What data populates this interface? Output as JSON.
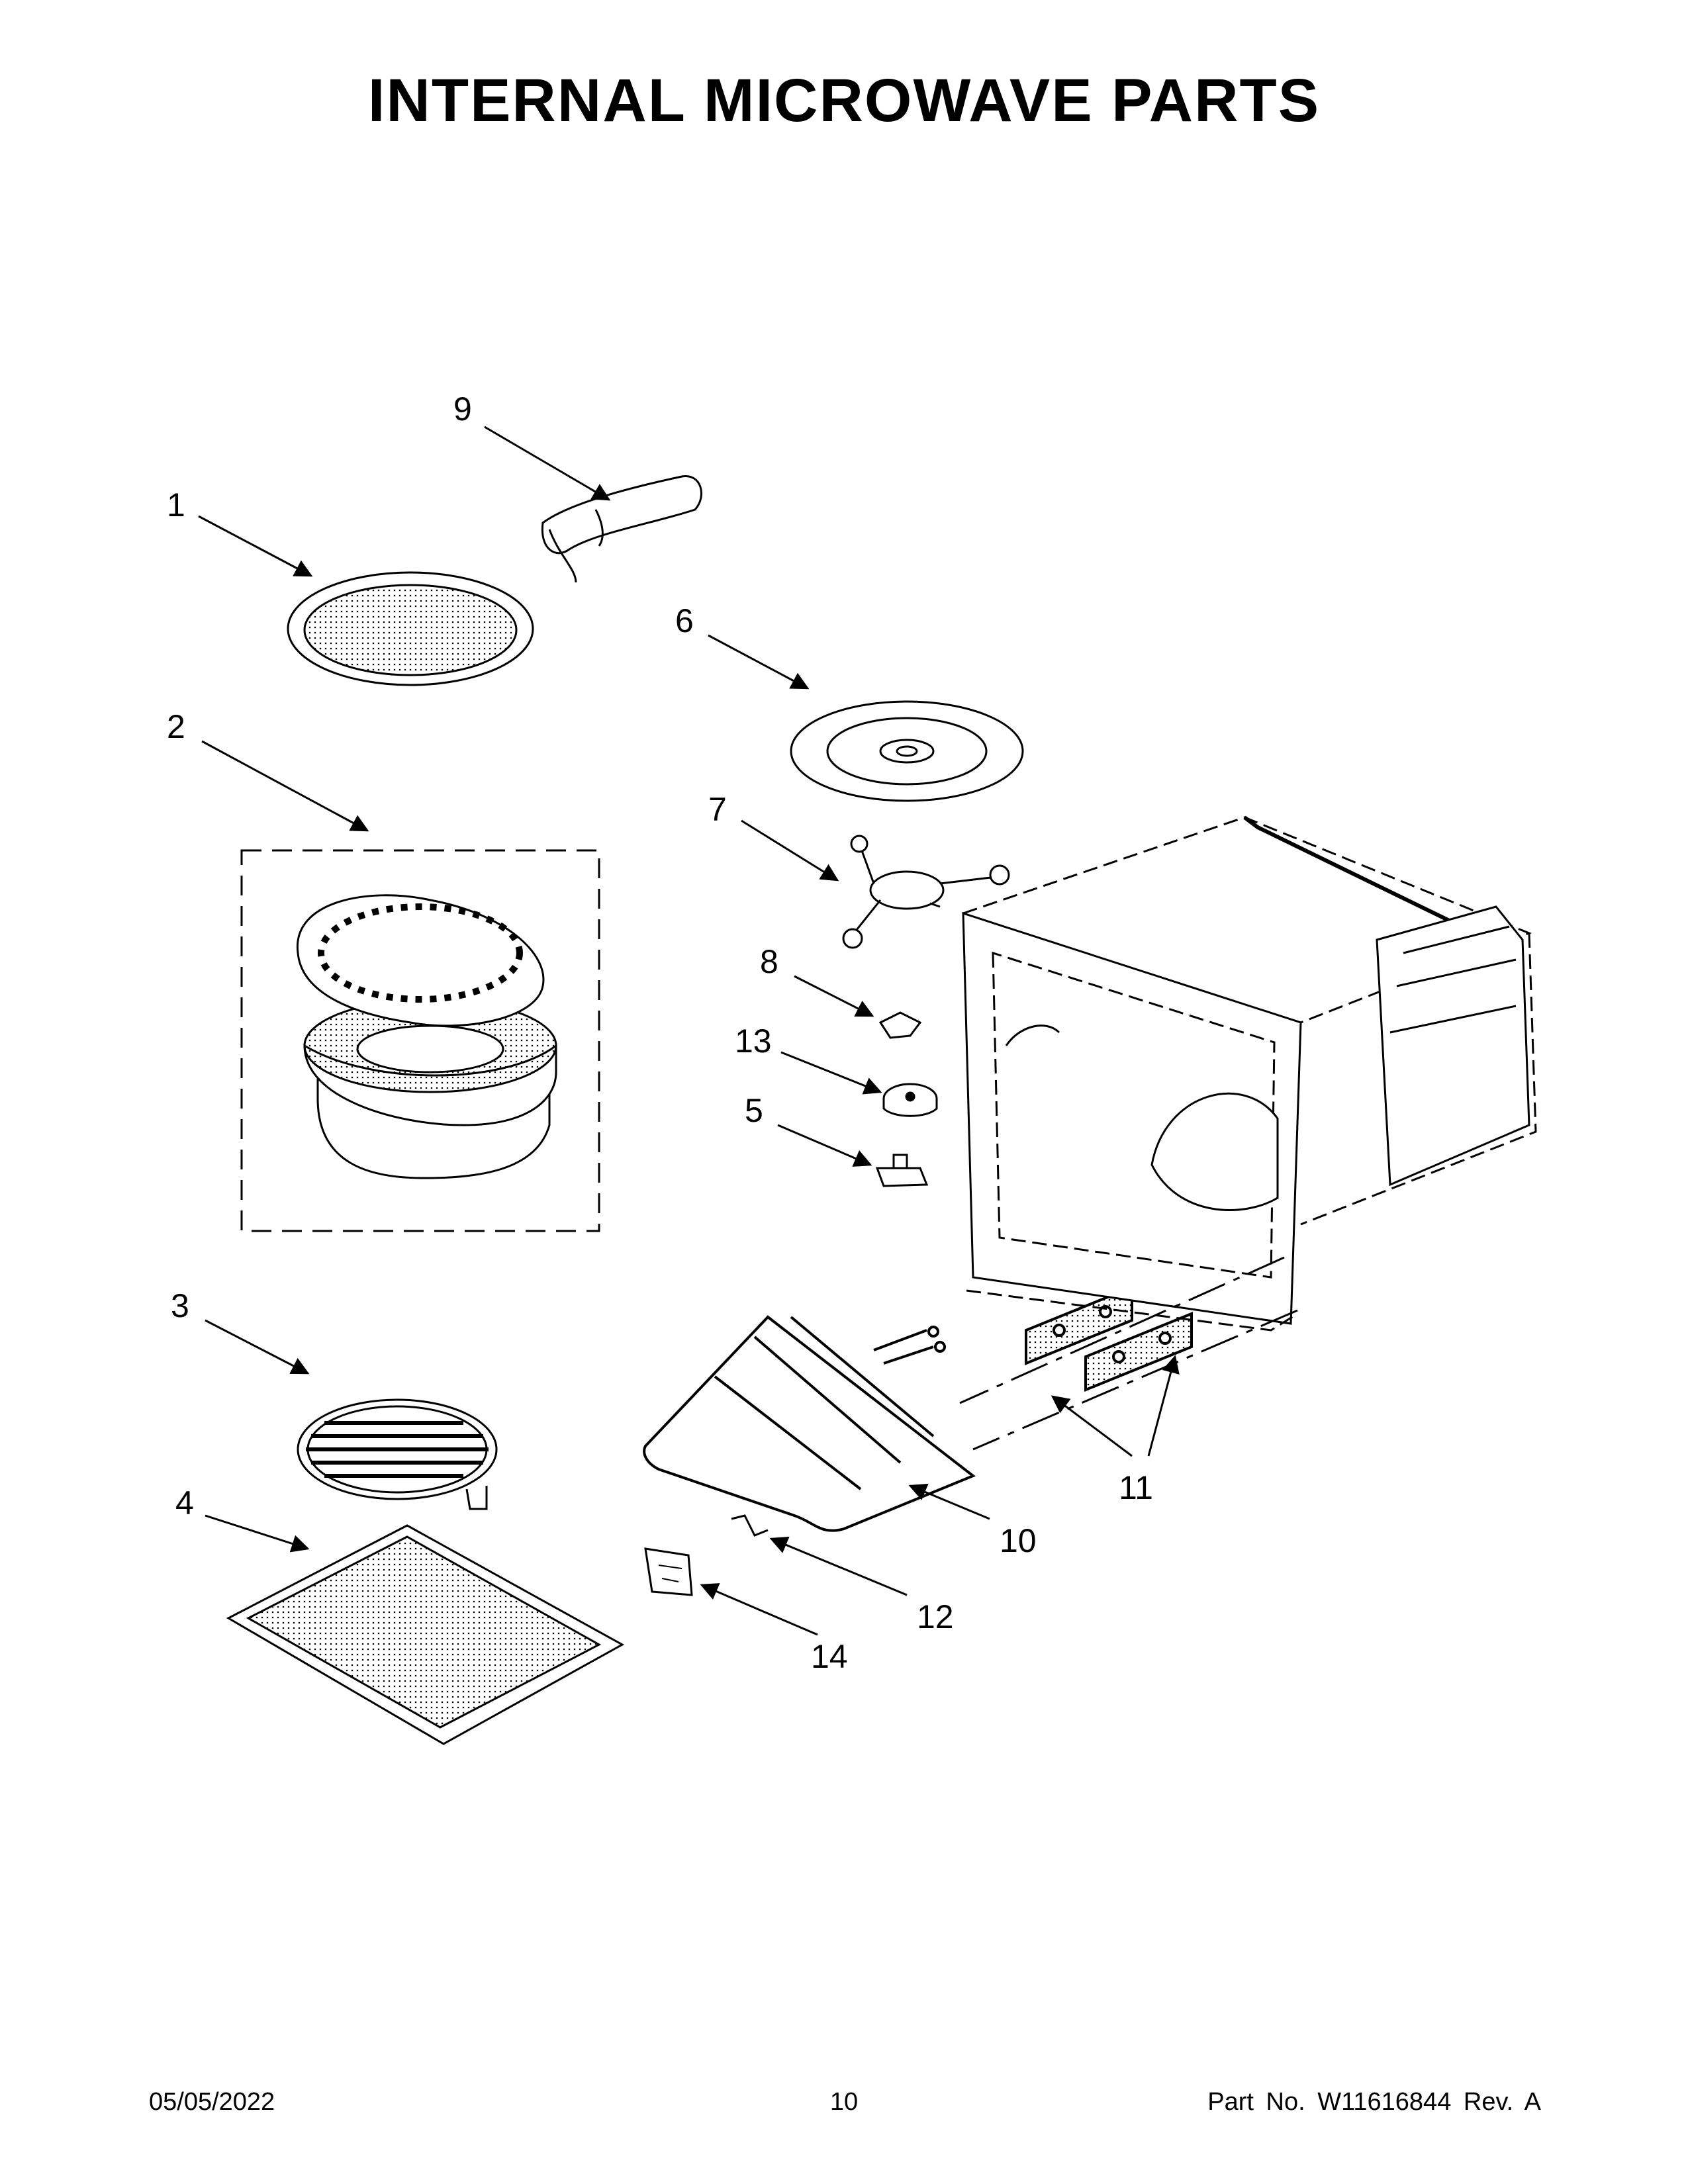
{
  "page": {
    "title": "INTERNAL MICROWAVE PARTS"
  },
  "callouts": {
    "c1": "1",
    "c2": "2",
    "c3": "3",
    "c4": "4",
    "c5": "5",
    "c6": "6",
    "c7": "7",
    "c8": "8",
    "c9": "9",
    "c10": "10",
    "c11": "11",
    "c12": "12",
    "c13": "13",
    "c14": "14"
  },
  "footer": {
    "date": "05/05/2022",
    "page_number": "10",
    "part_number": "Part No.  W11616844  Rev.  A"
  }
}
